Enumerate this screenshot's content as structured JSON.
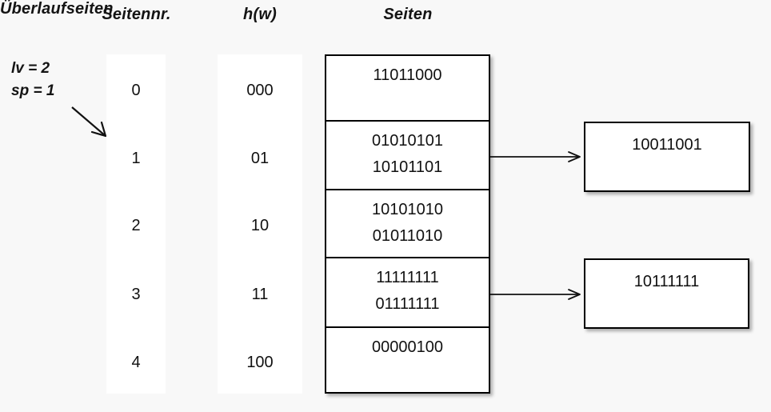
{
  "headers": {
    "seitennr": "Seitennr.",
    "hw": "h(w)",
    "seiten": "Seiten",
    "ueberlaufseiten": "Überlaufseiten"
  },
  "params": {
    "lv": "lv = 2",
    "sp": "sp = 1",
    "pointer_icon": "diagonal-arrow-icon"
  },
  "page_numbers": [
    "0",
    "1",
    "2",
    "3",
    "4"
  ],
  "hash_values": [
    "000",
    "01",
    "10",
    "11",
    "100"
  ],
  "pages": [
    {
      "page_no": "0",
      "records": [
        "11011000"
      ]
    },
    {
      "page_no": "1",
      "records": [
        "01010101",
        "10101101"
      ]
    },
    {
      "page_no": "2",
      "records": [
        "10101010",
        "01011010"
      ]
    },
    {
      "page_no": "3",
      "records": [
        "11111111",
        "01111111"
      ]
    },
    {
      "page_no": "4",
      "records": [
        "00000100"
      ]
    }
  ],
  "overflow_pages": [
    {
      "from_page": "1",
      "records": [
        "10011001"
      ]
    },
    {
      "from_page": "3",
      "records": [
        "10111111"
      ]
    }
  ],
  "connectors": [
    {
      "from_page": "1",
      "icon": "arrow-right-icon"
    },
    {
      "from_page": "3",
      "icon": "arrow-right-icon"
    }
  ],
  "colors": {
    "background": "#f8f8f8",
    "panel": "#ffffff",
    "ink": "#111111",
    "border": "#000000"
  }
}
